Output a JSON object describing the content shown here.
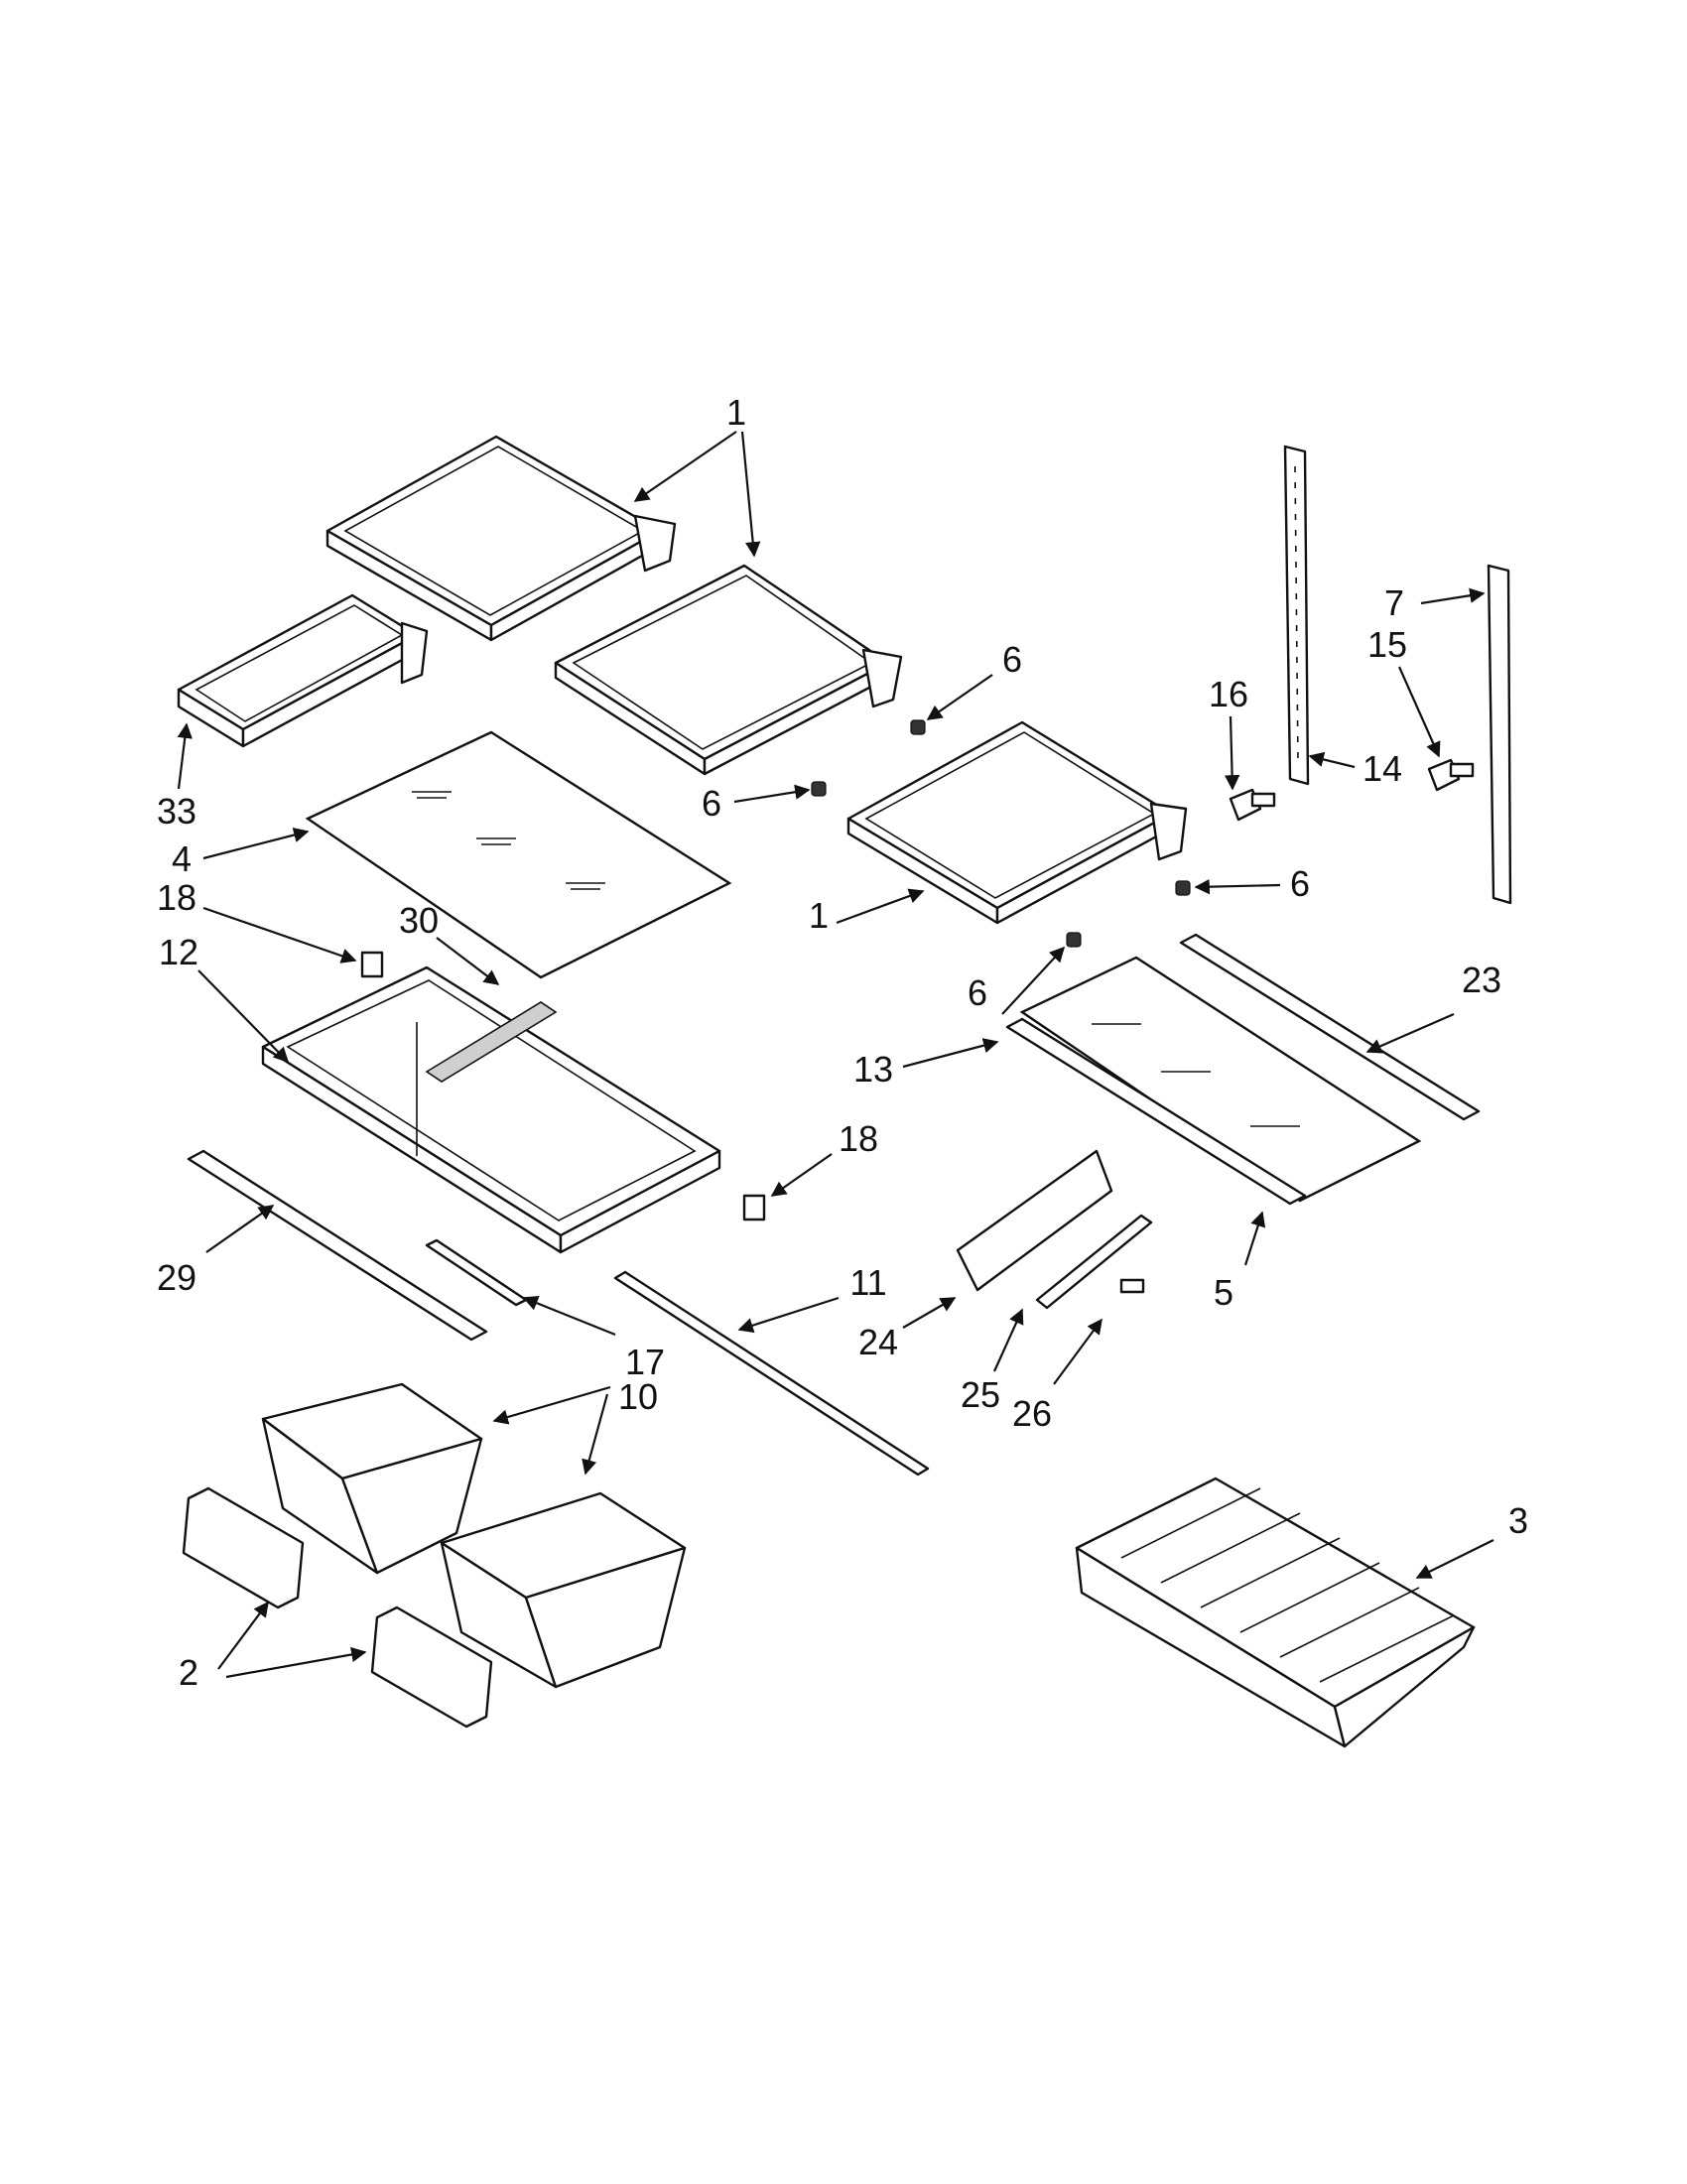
{
  "callouts": {
    "c1_top": "1",
    "c1_mid": "1",
    "c33": "33",
    "c4": "4",
    "c6_a": "6",
    "c6_b": "6",
    "c6_c": "6",
    "c6_d": "6",
    "c16": "16",
    "c15": "15",
    "c7": "7",
    "c14": "14",
    "c18_a": "18",
    "c18_b": "18",
    "c30": "30",
    "c12": "12",
    "c23": "23",
    "c13": "13",
    "c29": "29",
    "c17": "17",
    "c11": "11",
    "c24": "24",
    "c25": "25",
    "c26": "26",
    "c5": "5",
    "c10": "10",
    "c2": "2",
    "c3": "3"
  }
}
